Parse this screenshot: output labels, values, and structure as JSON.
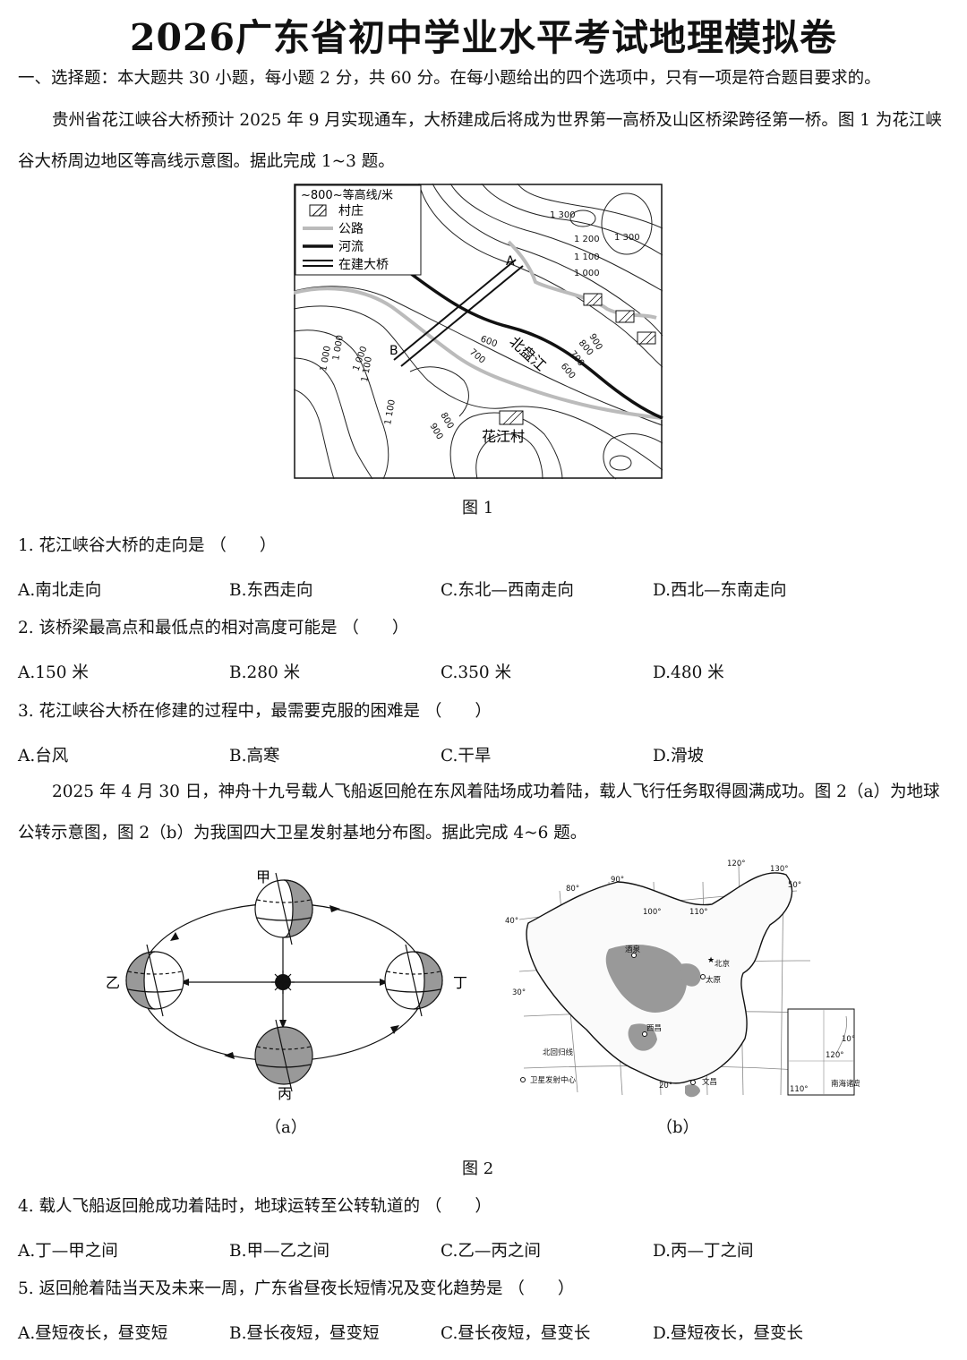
{
  "title": "2026广东省初中学业水平考试地理模拟卷",
  "section1": "一、选择题：本大题共 30 小题，每小题 2 分，共 60 分。在每小题给出的四个选项中，只有一项是符合题目要求的。",
  "passage1": "贵州省花江峡谷大桥预计 2025 年 9 月实现通车，大桥建成后将成为世界第一高桥及山区桥梁跨径第一桥。图 1 为花江峡谷大桥周边地区等高线示意图。据此完成 1~3 题。",
  "fig1": {
    "legend": [
      "~800~等高线/米",
      "村庄",
      "公路",
      "河流",
      "在建大桥"
    ],
    "labels": {
      "A": "A",
      "B": "B",
      "river": "北盘江",
      "village": "花江村",
      "c1300a": "1 300",
      "c1300b": "1 300",
      "c1200": "1 200",
      "c1100a": "1 100",
      "c1000a": "1 000",
      "c900a": "900",
      "c800a": "800",
      "c700a": "700",
      "c600a": "600",
      "c600b": "600",
      "c700b": "700",
      "c800b": "800",
      "c900b": "900",
      "c1000b": "1 000",
      "c1100b": "1 100",
      "c1100c": "1 100",
      "c1000c": "1 000",
      "c1000d": "1 000"
    },
    "caption": "图 1"
  },
  "questions": [
    {
      "stem": "1. 花江峡谷大桥的走向是 （　　）",
      "options": [
        "A.南北走向",
        "B.东西走向",
        "C.东北—西南走向",
        "D.西北—东南走向"
      ]
    },
    {
      "stem": "2. 该桥梁最高点和最低点的相对高度可能是 （　　）",
      "options": [
        "A.150 米",
        "B.280 米",
        "C.350 米",
        "D.480 米"
      ]
    },
    {
      "stem": "3. 花江峡谷大桥在修建的过程中，最需要克服的困难是 （　　）",
      "options": [
        "A.台风",
        "B.高寒",
        "C.干旱",
        "D.滑坡"
      ]
    }
  ],
  "passage2": "2025 年 4 月 30 日，神舟十九号载人飞船返回舱在东风着陆场成功着陆，载人飞行任务取得圆满成功。图 2（a）为地球公转示意图，图 2（b）为我国四大卫星发射基地分布图。据此完成 4~6 题。",
  "fig2": {
    "a_labels": {
      "jia": "甲",
      "yi": "乙",
      "bing": "丙",
      "ding": "丁"
    },
    "b_labels": {
      "lon80": "80°",
      "lon90": "90°",
      "lon100": "100°",
      "lon110": "110°",
      "lon120": "120°",
      "lon130": "130°",
      "lat50": "50°",
      "lat40": "40°",
      "lat30": "30°",
      "lat20": "20°",
      "tropic": "北回归线",
      "jiuquan": "酒泉",
      "beijing": "北京",
      "taiyuan": "太原",
      "xichang": "西昌",
      "wenchang": "文昌",
      "legend": "卫星发射中心",
      "inset_a": "10°",
      "inset_b": "120°",
      "inset_c": "110°",
      "inset_d": "南海诸岛"
    },
    "sub_a": "（a）",
    "sub_b": "（b）",
    "caption": "图 2"
  },
  "questions2": [
    {
      "stem": "4. 载人飞船返回舱成功着陆时，地球运转至公转轨道的 （　　）",
      "options": [
        "A.丁—甲之间",
        "B.甲—乙之间",
        "C.乙—丙之间",
        "D.丙—丁之间"
      ]
    },
    {
      "stem": "5. 返回舱着陆当天及未来一周，广东省昼夜长短情况及变化趋势是 （　　）",
      "options": [
        "A.昼短夜长，昼变短",
        "B.昼长夜短，昼变短",
        "C.昼长夜短，昼变长",
        "D.昼短夜长，昼变长"
      ]
    }
  ]
}
